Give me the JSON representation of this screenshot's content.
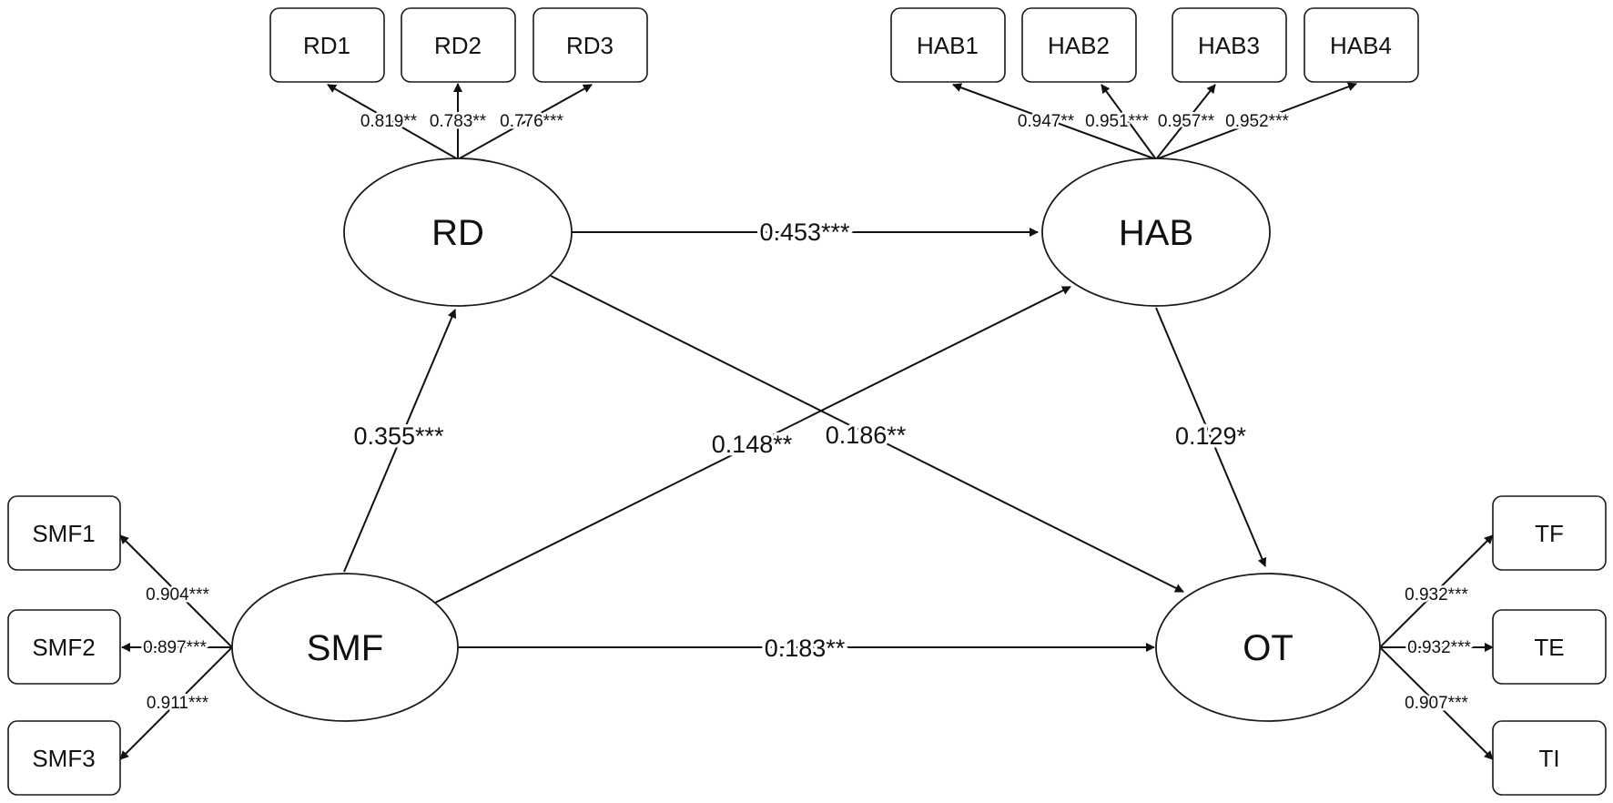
{
  "latent": {
    "rd": "RD",
    "hab": "HAB",
    "smf": "SMF",
    "ot": "OT"
  },
  "indicators": {
    "rd1": "RD1",
    "rd2": "RD2",
    "rd3": "RD3",
    "hab1": "HAB1",
    "hab2": "HAB2",
    "hab3": "HAB3",
    "hab4": "HAB4",
    "smf1": "SMF1",
    "smf2": "SMF2",
    "smf3": "SMF3",
    "tf": "TF",
    "te": "TE",
    "ti": "TI"
  },
  "paths": {
    "rd_hab": "0.453***",
    "smf_rd": "0.355***",
    "smf_hab": "0.148**",
    "rd_ot": "0.186**",
    "hab_ot": "0.129*",
    "smf_ot": "0.183**"
  },
  "loadings": {
    "rd1": "0.819**",
    "rd2": "0.783**",
    "rd3": "0.776***",
    "hab1": "0.947**",
    "hab2": "0.951***",
    "hab3": "0.957**",
    "hab4": "0.952***",
    "smf1": "0.904***",
    "smf2": "0.897***",
    "smf3": "0.911***",
    "tf": "0.932***",
    "te": "0.932***",
    "ti": "0.907***"
  }
}
